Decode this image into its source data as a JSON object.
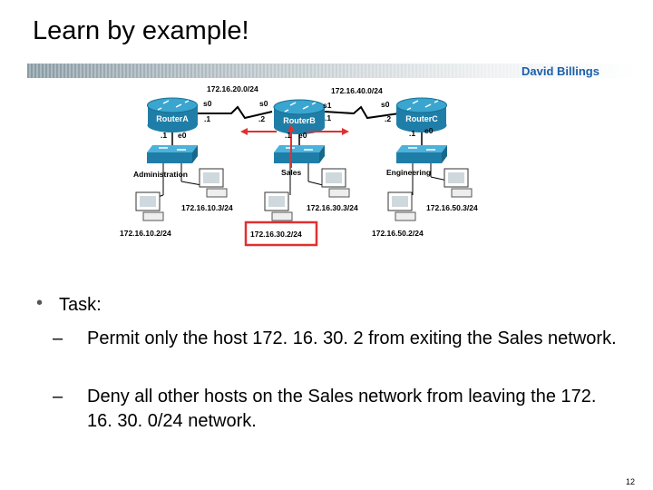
{
  "slide": {
    "title": "Learn by example!",
    "author": "David Billings",
    "page_number": "12"
  },
  "diagram": {
    "routers": [
      {
        "name": "RouterA"
      },
      {
        "name": "RouterB"
      },
      {
        "name": "RouterC"
      }
    ],
    "serial_networks": [
      "172.16.20.0/24",
      "172.16.40.0/24"
    ],
    "interfaces": {
      "a_s0": "s0",
      "a_s0_ip": ".1",
      "a_e0": "e0",
      "a_e0_ip": ".1",
      "b_s0": "s0",
      "b_s0_ip": ".2",
      "b_s1": "s1",
      "b_s1_ip": ".1",
      "b_e0": "e0",
      "b_e0_ip": ".1",
      "c_s0": "s0",
      "c_s0_ip": ".2",
      "c_e0": "e0",
      "c_e0_ip": ".1"
    },
    "segments": [
      "Administration",
      "Sales",
      "Engineering"
    ],
    "hosts": [
      "172.16.10.3/24",
      "172.16.10.2/24",
      "172.16.30.3/24",
      "172.16.30.2/24",
      "172.16.50.3/24",
      "172.16.50.2/24"
    ],
    "highlight_color": "#e03030"
  },
  "task": {
    "label": "Task:",
    "items": [
      "Permit only the host 172. 16. 30. 2 from exiting the Sales network.",
      "Deny all other hosts on the Sales network from leaving the 172. 16. 30. 0/24 network."
    ],
    "dash": "–"
  }
}
